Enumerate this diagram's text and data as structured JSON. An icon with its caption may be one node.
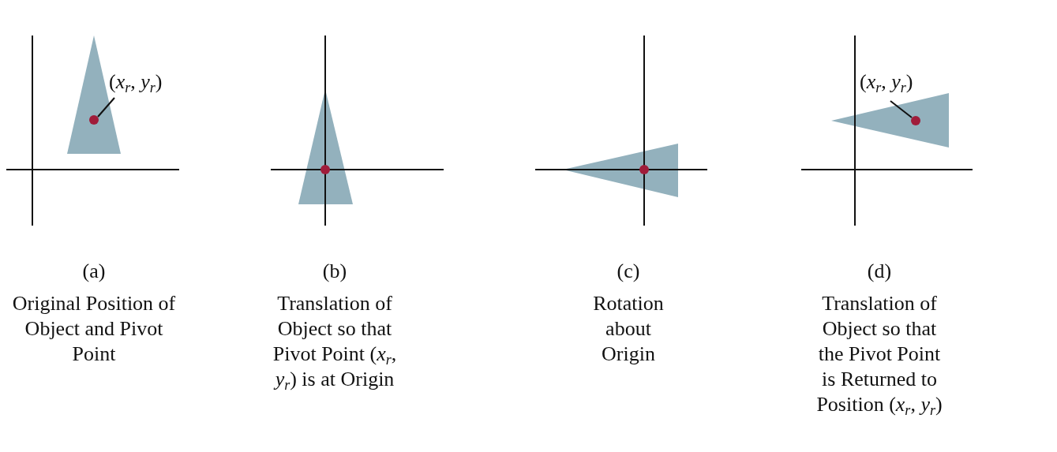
{
  "diagram": {
    "nodes": [
      {
        "text": [
          "(*x*$_{r}$, *y*$_{r}$)"
        ]
      },
      {
        "text": [],
        "shape": "circle"
      },
      {
        "text": [],
        "shape": "circle"
      },
      {
        "text": [],
        "shape": "circle"
      },
      {
        "text": [
          "(*x*$_{r}$, *y*$_{r}$)"
        ]
      },
      {
        "text": [],
        "shape": "circle"
      }
    ],
    "edges": [
      {
        "from": 0,
        "to": 1,
        "arrow": "none"
      },
      {
        "from": 4,
        "to": 5,
        "arrow": "none"
      }
    ],
    "labels": [
      "(a)",
      "Original Position of Object and Pivot Point",
      "(b)",
      "Translation of Object so that Pivot Point (*x*$_{r}$, *y*$_{r}$) is at Origin",
      "(c)",
      "Rotation about Origin",
      "(d)",
      "Translation of Object so that the Pivot Point is Returned to Position (*x*$_{r}$, *y*$_{r}$)"
    ]
  }
}
